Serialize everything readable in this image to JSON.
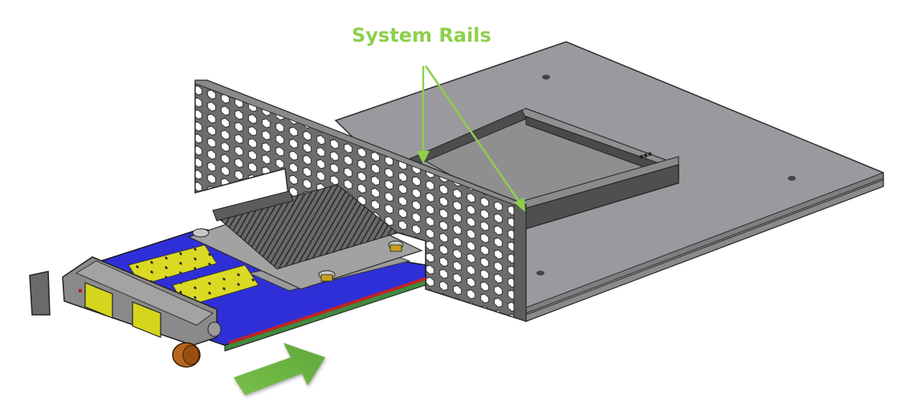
{
  "figure": {
    "description": "Isometric CAD render of a network adapter card sliding into a system chassis tray",
    "annotation": {
      "label": "System Rails",
      "color": "#8dd04b",
      "pointer_count": 2
    },
    "insertion_arrow": {
      "direction": "into-chassis",
      "color": "#6db33f"
    },
    "components": [
      {
        "name": "chassis-base-plate",
        "color": "#999999"
      },
      {
        "name": "perforated-bulkhead",
        "color": "#6e6e6e"
      },
      {
        "name": "system-rail-left",
        "color": "#555555"
      },
      {
        "name": "system-rail-right",
        "color": "#555555"
      },
      {
        "name": "adapter-card-pcb",
        "color": "#2a2ae0"
      },
      {
        "name": "heatsink",
        "color": "#5a5a5a"
      },
      {
        "name": "sfp-cage-1",
        "color": "#d8d820"
      },
      {
        "name": "sfp-cage-2",
        "color": "#d8d820"
      },
      {
        "name": "faceplate",
        "color": "#707070"
      },
      {
        "name": "ejector-latch",
        "color": "#666666"
      },
      {
        "name": "thumbscrew",
        "color": "#b8651e"
      }
    ]
  }
}
